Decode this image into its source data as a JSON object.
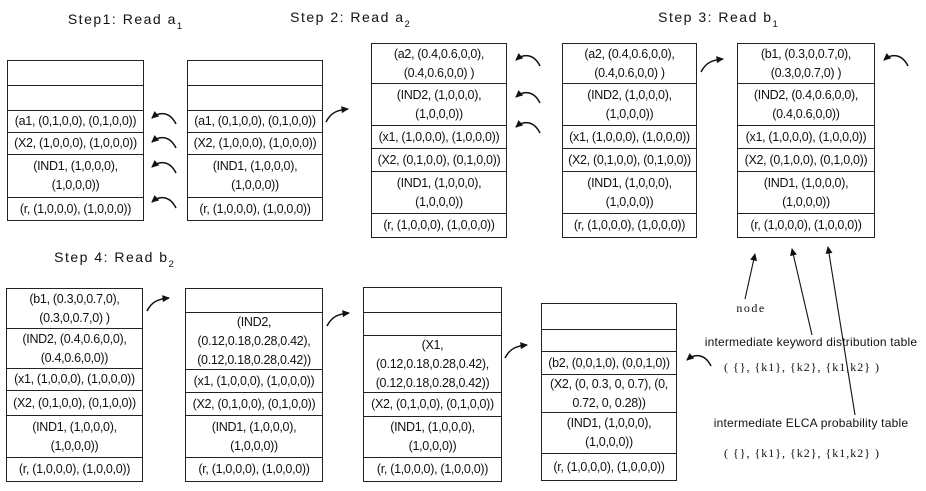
{
  "steps": [
    {
      "label": "Step1: Read a",
      "sub": "1"
    },
    {
      "label": "Step 2: Read a",
      "sub": "2"
    },
    {
      "label": "Step 3: Read b",
      "sub": "1"
    },
    {
      "label": "Step 4: Read b",
      "sub": "2"
    }
  ],
  "tables": {
    "t1": {
      "rows": [
        "",
        "",
        "(a1, (0,1,0,0), (0,1,0,0))",
        "(X2, (1,0,0,0), (1,0,0,0))",
        "(IND1, (1,0,0,0),\n(1,0,0,0))",
        "(r, (1,0,0,0), (1,0,0,0))"
      ]
    },
    "t2": {
      "rows": [
        "",
        "",
        "(a1, (0,1,0,0), (0,1,0,0))",
        "(X2, (1,0,0,0), (1,0,0,0))",
        "(IND1, (1,0,0,0),\n(1,0,0,0))",
        "(r, (1,0,0,0), (1,0,0,0))"
      ]
    },
    "t3": {
      "rows": [
        "(a2, (0.4,0.6,0,0),\n(0.4,0.6,0,0) )",
        "(IND2, (1,0,0,0),\n(1,0,0,0))",
        "(x1, (1,0,0,0), (1,0,0,0))",
        "(X2, (0,1,0,0), (0,1,0,0))",
        "(IND1, (1,0,0,0),\n(1,0,0,0))",
        "(r, (1,0,0,0), (1,0,0,0))"
      ]
    },
    "t4": {
      "rows": [
        "(a2, (0.4,0.6,0,0),\n(0.4,0.6,0,0) )",
        "(IND2, (1,0,0,0),\n(1,0,0,0))",
        "(x1, (1,0,0,0), (1,0,0,0))",
        "(X2, (0,1,0,0), (0,1,0,0))",
        "(IND1, (1,0,0,0),\n(1,0,0,0))",
        "(r, (1,0,0,0), (1,0,0,0))"
      ]
    },
    "t5": {
      "rows": [
        "(b1, (0.3,0,0.7,0),\n(0.3,0,0.7,0) )",
        "(IND2, (0.4,0.6,0,0),\n(0.4,0.6,0,0))",
        "(x1, (1,0,0,0), (1,0,0,0))",
        "(X2, (0,1,0,0), (0,1,0,0))",
        "(IND1, (1,0,0,0),\n(1,0,0,0))",
        "(r, (1,0,0,0), (1,0,0,0))"
      ]
    },
    "t6": {
      "rows": [
        "(b1, (0.3,0,0.7,0),\n(0.3,0,0.7,0) )",
        "(IND2, (0.4,0.6,0,0),\n(0.4,0.6,0,0))",
        "(x1, (1,0,0,0), (1,0,0,0))",
        "(X2, (0,1,0,0), (0,1,0,0))",
        "(IND1, (1,0,0,0),\n(1,0,0,0))",
        "(r, (1,0,0,0), (1,0,0,0))"
      ]
    },
    "t7": {
      "rows": [
        "",
        "(IND2,\n(0.12,0.18,0.28,0.42),\n(0.12,0.18,0.28,0.42))",
        "(x1, (1,0,0,0), (1,0,0,0))",
        "(X2, (0,1,0,0), (0,1,0,0))",
        "(IND1, (1,0,0,0),\n(1,0,0,0))",
        "(r, (1,0,0,0), (1,0,0,0))"
      ]
    },
    "t8": {
      "rows": [
        "",
        "",
        "(X1,\n(0.12,0.18,0.28,0.42),\n(0.12,0.18,0.28,0.42))",
        "(X2, (0,1,0,0), (0,1,0,0))",
        "(IND1, (1,0,0,0),\n(1,0,0,0))",
        "(r, (1,0,0,0), (1,0,0,0))"
      ]
    },
    "t9": {
      "rows": [
        "",
        "",
        "(b2, (0,0,1,0), (0,0,1,0))",
        "(X2, (0, 0.3, 0, 0.7), (0,\n0.72, 0, 0.28))",
        "(IND1, (1,0,0,0),\n(1,0,0,0))",
        "(r, (1,0,0,0), (1,0,0,0))"
      ]
    }
  },
  "annotations": {
    "node_label": "node",
    "keyword_table_label": "intermediate keyword distribution table",
    "keyword_table_sets": "( {}, {k1}, {k2}, {k1,k2} )",
    "elca_table_label": "intermediate ELCA probability table",
    "elca_table_sets": "( {}, {k1}, {k2}, {k1,k2} )"
  },
  "colors": {
    "ink": "#111111",
    "background": "#ffffff"
  }
}
